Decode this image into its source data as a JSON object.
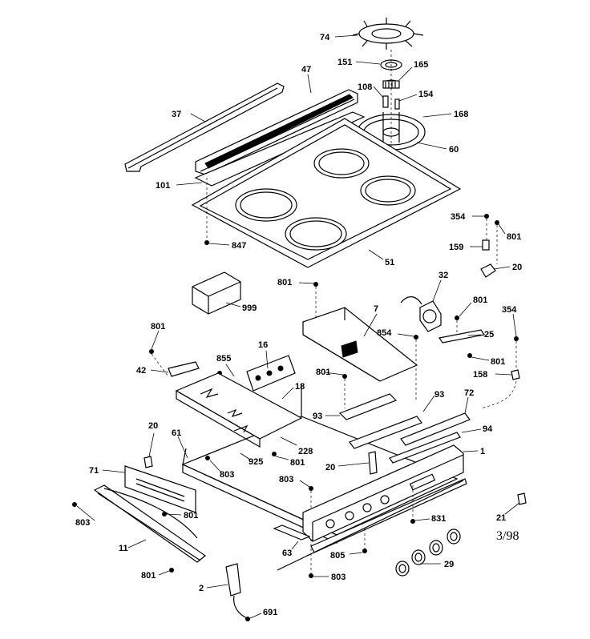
{
  "diagram": {
    "callouts": [
      {
        "id": "74",
        "label": "74"
      },
      {
        "id": "151",
        "label": "151"
      },
      {
        "id": "165",
        "label": "165"
      },
      {
        "id": "108",
        "label": "108"
      },
      {
        "id": "154",
        "label": "154"
      },
      {
        "id": "168",
        "label": "168"
      },
      {
        "id": "60",
        "label": "60"
      },
      {
        "id": "47",
        "label": "47"
      },
      {
        "id": "37",
        "label": "37"
      },
      {
        "id": "101",
        "label": "101"
      },
      {
        "id": "847",
        "label": "847"
      },
      {
        "id": "51",
        "label": "51"
      },
      {
        "id": "354a",
        "label": "354"
      },
      {
        "id": "801a",
        "label": "801"
      },
      {
        "id": "159",
        "label": "159"
      },
      {
        "id": "20a",
        "label": "20"
      },
      {
        "id": "801b",
        "label": "801"
      },
      {
        "id": "999",
        "label": "999"
      },
      {
        "id": "32",
        "label": "32"
      },
      {
        "id": "7",
        "label": "7"
      },
      {
        "id": "801c",
        "label": "801"
      },
      {
        "id": "354b",
        "label": "354"
      },
      {
        "id": "854",
        "label": "854"
      },
      {
        "id": "25",
        "label": "25"
      },
      {
        "id": "801d",
        "label": "801"
      },
      {
        "id": "801e",
        "label": "801"
      },
      {
        "id": "16",
        "label": "16"
      },
      {
        "id": "855",
        "label": "855"
      },
      {
        "id": "42",
        "label": "42"
      },
      {
        "id": "801f",
        "label": "801"
      },
      {
        "id": "158",
        "label": "158"
      },
      {
        "id": "18",
        "label": "18"
      },
      {
        "id": "93a",
        "label": "93"
      },
      {
        "id": "93b",
        "label": "93"
      },
      {
        "id": "72",
        "label": "72"
      },
      {
        "id": "94",
        "label": "94"
      },
      {
        "id": "20b",
        "label": "20"
      },
      {
        "id": "61",
        "label": "61"
      },
      {
        "id": "228",
        "label": "228"
      },
      {
        "id": "925",
        "label": "925"
      },
      {
        "id": "801g",
        "label": "801"
      },
      {
        "id": "1",
        "label": "1"
      },
      {
        "id": "71",
        "label": "71"
      },
      {
        "id": "803a",
        "label": "803"
      },
      {
        "id": "20c",
        "label": "20"
      },
      {
        "id": "803b",
        "label": "803"
      },
      {
        "id": "801h",
        "label": "801"
      },
      {
        "id": "803c",
        "label": "803"
      },
      {
        "id": "21",
        "label": "21"
      },
      {
        "id": "831",
        "label": "831"
      },
      {
        "id": "11",
        "label": "11"
      },
      {
        "id": "63",
        "label": "63"
      },
      {
        "id": "805",
        "label": "805"
      },
      {
        "id": "29",
        "label": "29"
      },
      {
        "id": "801i",
        "label": "801"
      },
      {
        "id": "2",
        "label": "2"
      },
      {
        "id": "803d",
        "label": "803"
      },
      {
        "id": "691",
        "label": "691"
      }
    ],
    "date_mark": "3/98"
  }
}
